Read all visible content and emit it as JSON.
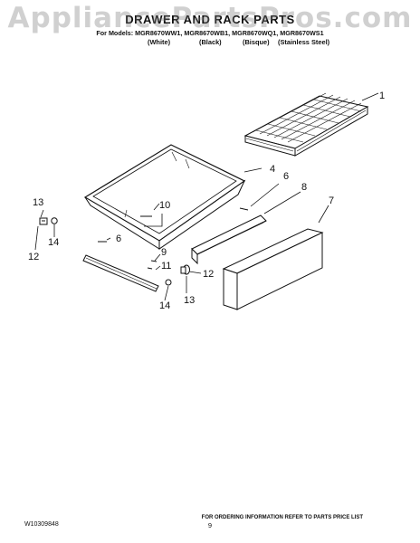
{
  "watermark": "AppliancePartsPros.com",
  "header": {
    "title": "DRAWER AND RACK PARTS",
    "models": "For Models: MGR8670WW1, MGR8670WB1, MGR8670WQ1, MGR8670WS1",
    "colors": [
      "(White)",
      "(Black)",
      "(Bisque)",
      "(Stainless Steel)"
    ]
  },
  "callouts": [
    "1",
    "4",
    "6",
    "8",
    "7",
    "10",
    "13",
    "14",
    "12",
    "6",
    "9",
    "11",
    "12",
    "13",
    "14"
  ],
  "footer": {
    "doc_number": "W10309848",
    "page_number": "9",
    "ordering_note": "FOR ORDERING INFORMATION REFER TO PARTS PRICE LIST"
  }
}
